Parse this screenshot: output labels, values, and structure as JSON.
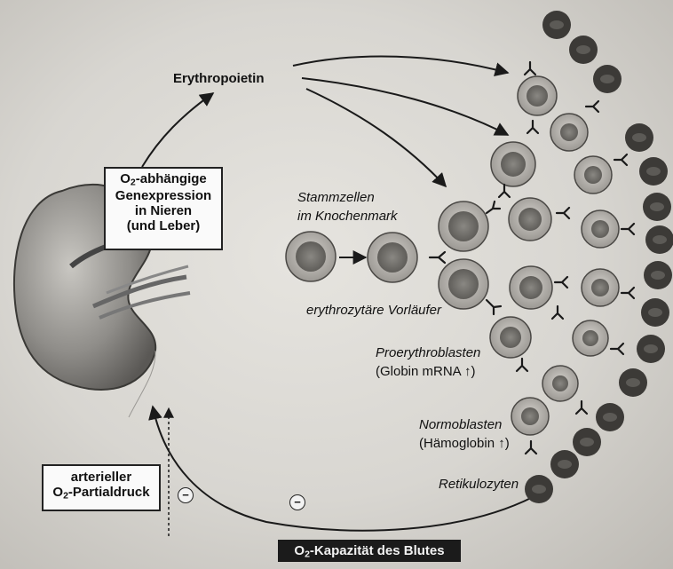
{
  "labels": {
    "epo": "Erythropoietin",
    "stem_line1": "Stammzellen",
    "stem_line2": "im Knochenmark",
    "progenitor": "erythrozytäre Vorläufer",
    "proerythro_line1": "Proerythroblasten",
    "proerythro_line2": "(Globin mRNA",
    "normo_line1": "Normoblasten",
    "normo_line2": "(Hämoglobin",
    "reticulo": "Retikulozyten",
    "close_paren": ")",
    "up_arrow": "↑"
  },
  "gene_box": {
    "line1_prefix": "O",
    "line1_sub": "2",
    "line1_suffix": "-abhängige",
    "line2": "Genexpression",
    "line3": "in Nieren",
    "line4": "(und Leber)"
  },
  "pressure_box": {
    "line1": "arterieller",
    "line2_prefix": "O",
    "line2_sub": "2",
    "line2_suffix": "-Partialdruck"
  },
  "bottom_label": {
    "prefix": "O",
    "sub": "2",
    "suffix": "-Kapazität des Blutes"
  },
  "inhibit_symbol": "−",
  "icons": [
    "kidney-icon",
    "cell-icon",
    "erythrocyte-icon",
    "epo-receptor-icon"
  ],
  "colors": {
    "background": "#d8d6d1",
    "cell_fill": "#bdbab5",
    "nucleus": "#7d7b77",
    "erythrocyte": "#3a3835",
    "kidney": "#8f8d89",
    "label_box": "#1b1b1b"
  }
}
